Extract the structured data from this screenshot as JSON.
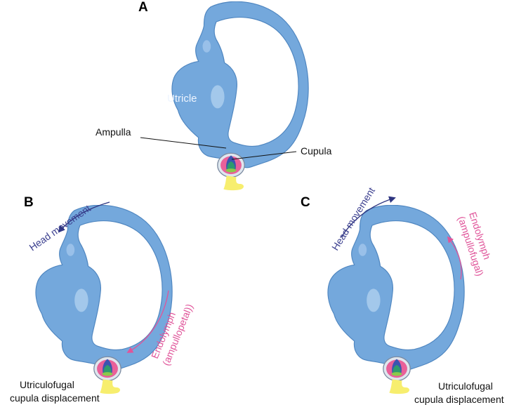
{
  "panels": {
    "a": {
      "letter": "A",
      "utricle": "Utricle",
      "ampulla": "Ampulla",
      "cupula": "Cupula"
    },
    "b": {
      "letter": "B",
      "head_movement": "Head movement",
      "endolymph_1": "Endolymph",
      "endolymph_2": "(ampullopetal))",
      "caption_1": "Utriculofugal",
      "caption_2": "cupula displacement"
    },
    "c": {
      "letter": "C",
      "head_movement": "Head movement",
      "endolymph_1": "Endolymph",
      "endolymph_2": "(ampullofugal)",
      "caption_1": "Utriculofugal",
      "caption_2": "cupula displacement"
    }
  },
  "colors": {
    "canal": "#74a8dc",
    "canal_outline": "#4f86c0",
    "head_movement_arrow": "#2e3580",
    "endolymph_arrow": "#e0559a",
    "cupula_pink": "#e9609a",
    "nerve_yellow": "#f7ee6e"
  }
}
